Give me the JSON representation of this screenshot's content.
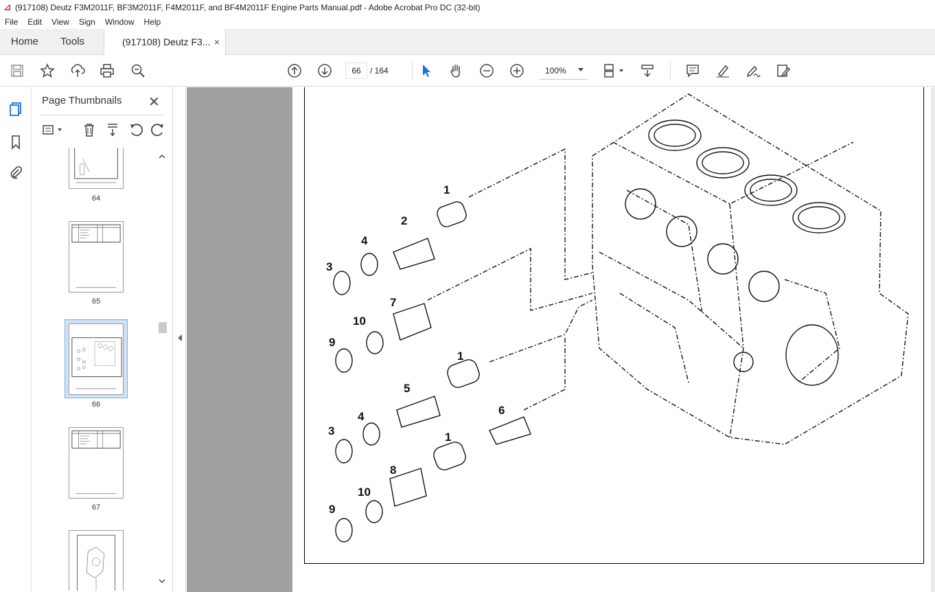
{
  "window": {
    "title": "(917108) Deutz F3M2011F, BF3M2011F, F4M2011F, and BF4M2011F Engine Parts Manual.pdf - Adobe Acrobat Pro DC (32-bit)"
  },
  "menu": [
    "File",
    "Edit",
    "View",
    "Sign",
    "Window",
    "Help"
  ],
  "tabs": {
    "home": "Home",
    "tools": "Tools",
    "doc": "(917108) Deutz F3...",
    "close": "×"
  },
  "toolbar": {
    "current_page": "66",
    "total_pages": "/ 164",
    "zoom": "100%",
    "icons": [
      "save-icon",
      "bookmark-star-icon",
      "share-upload-icon",
      "print-icon",
      "search-zoom-icon",
      "page-up-icon",
      "page-down-icon",
      "select-arrow-icon",
      "hand-icon",
      "zoom-out-icon",
      "zoom-in-icon",
      "fit-page-icon",
      "scroll-mode-icon",
      "comment-icon",
      "highlight-pen-icon",
      "sign-icon",
      "edit-pdf-icon"
    ]
  },
  "panel": {
    "title": "Page Thumbnails",
    "close": "✕",
    "thumbnails": [
      {
        "label": "64"
      },
      {
        "label": "65"
      },
      {
        "label": "66",
        "selected": true
      },
      {
        "label": "67"
      },
      {
        "label": ""
      }
    ]
  },
  "drawing": {
    "callouts": [
      "1",
      "2",
      "4",
      "3",
      "7",
      "10",
      "9",
      "1",
      "5",
      "4",
      "6",
      "3",
      "1",
      "8",
      "10",
      "9"
    ]
  },
  "colors": {
    "accent": "#1473e6",
    "viewer_bg": "#a0a0a0",
    "selected_thumb": "#cfe3f5"
  }
}
